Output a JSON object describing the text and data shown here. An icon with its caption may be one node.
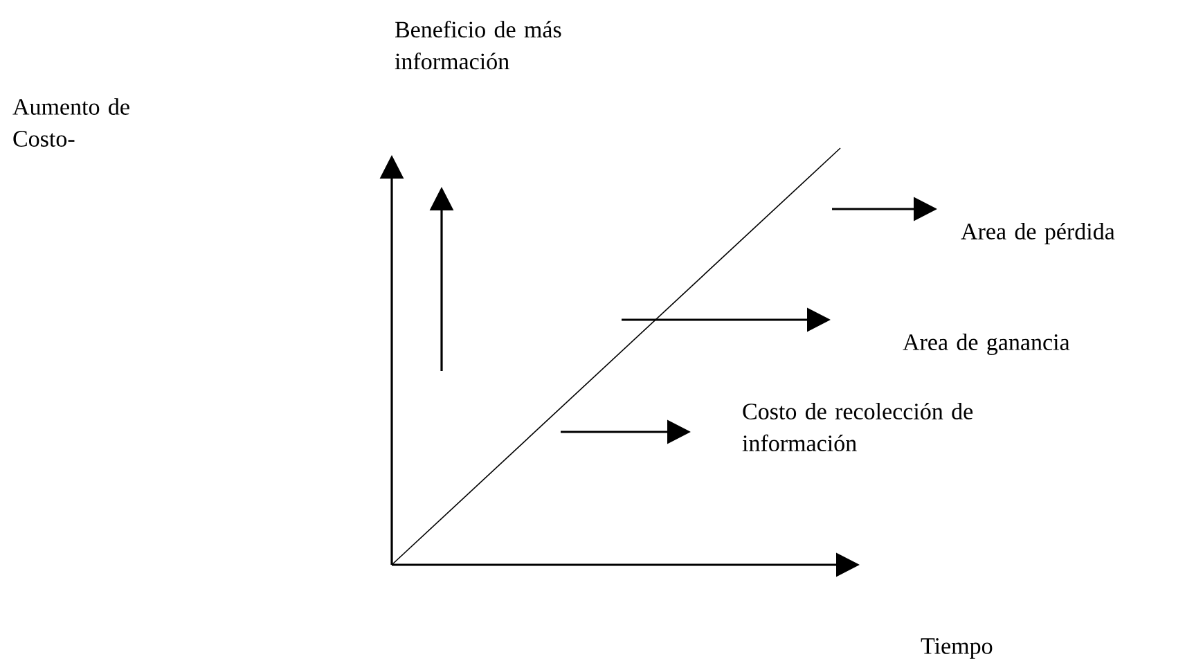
{
  "diagram": {
    "labels": [
      "Beneficio de más información",
      "Aumento de Costo-",
      "Area de pérdida",
      "Area de ganancia",
      "Costo de recolección de información",
      "Tiempo"
    ]
  }
}
